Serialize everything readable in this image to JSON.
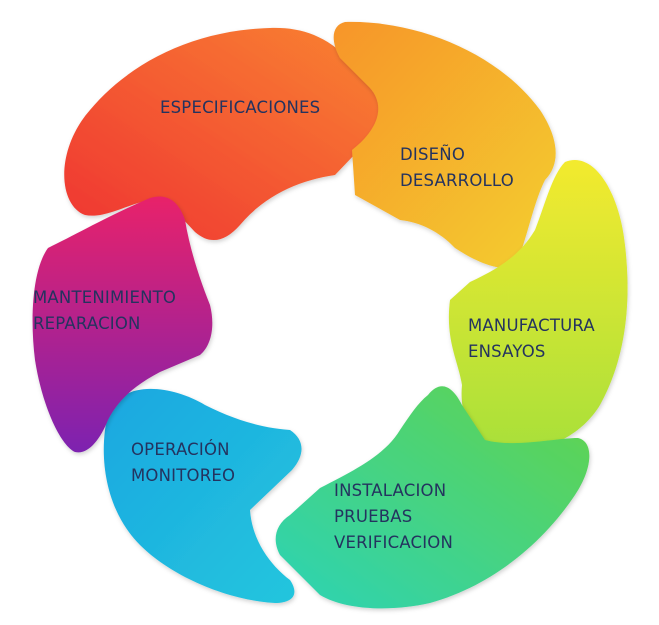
{
  "diagram": {
    "type": "cycle",
    "segments": [
      {
        "id": "especificaciones",
        "lines": [
          "ESPECIFICACIONES"
        ],
        "colors": [
          "#ef3333",
          "#f9842f"
        ]
      },
      {
        "id": "diseno",
        "lines": [
          "DISEÑO",
          "DESARROLLO"
        ],
        "colors": [
          "#f7952b",
          "#f3cf2e"
        ]
      },
      {
        "id": "manufactura",
        "lines": [
          "MANUFACTURA",
          "ENSAYOS"
        ],
        "colors": [
          "#f3ea2e",
          "#a9e03a"
        ]
      },
      {
        "id": "instalacion",
        "lines": [
          "INSTALACION",
          "PRUEBAS",
          "VERIFICACION"
        ],
        "colors": [
          "#63d34a",
          "#2bd3b6"
        ]
      },
      {
        "id": "operacion",
        "lines": [
          "OPERACIÓN",
          "MONITOREO"
        ],
        "colors": [
          "#1aa7e1",
          "#24c6dd"
        ]
      },
      {
        "id": "mantenimiento",
        "lines": [
          "MANTENIMIENTO",
          "REPARACION"
        ],
        "colors": [
          "#e8206a",
          "#7d24b0"
        ]
      }
    ]
  }
}
